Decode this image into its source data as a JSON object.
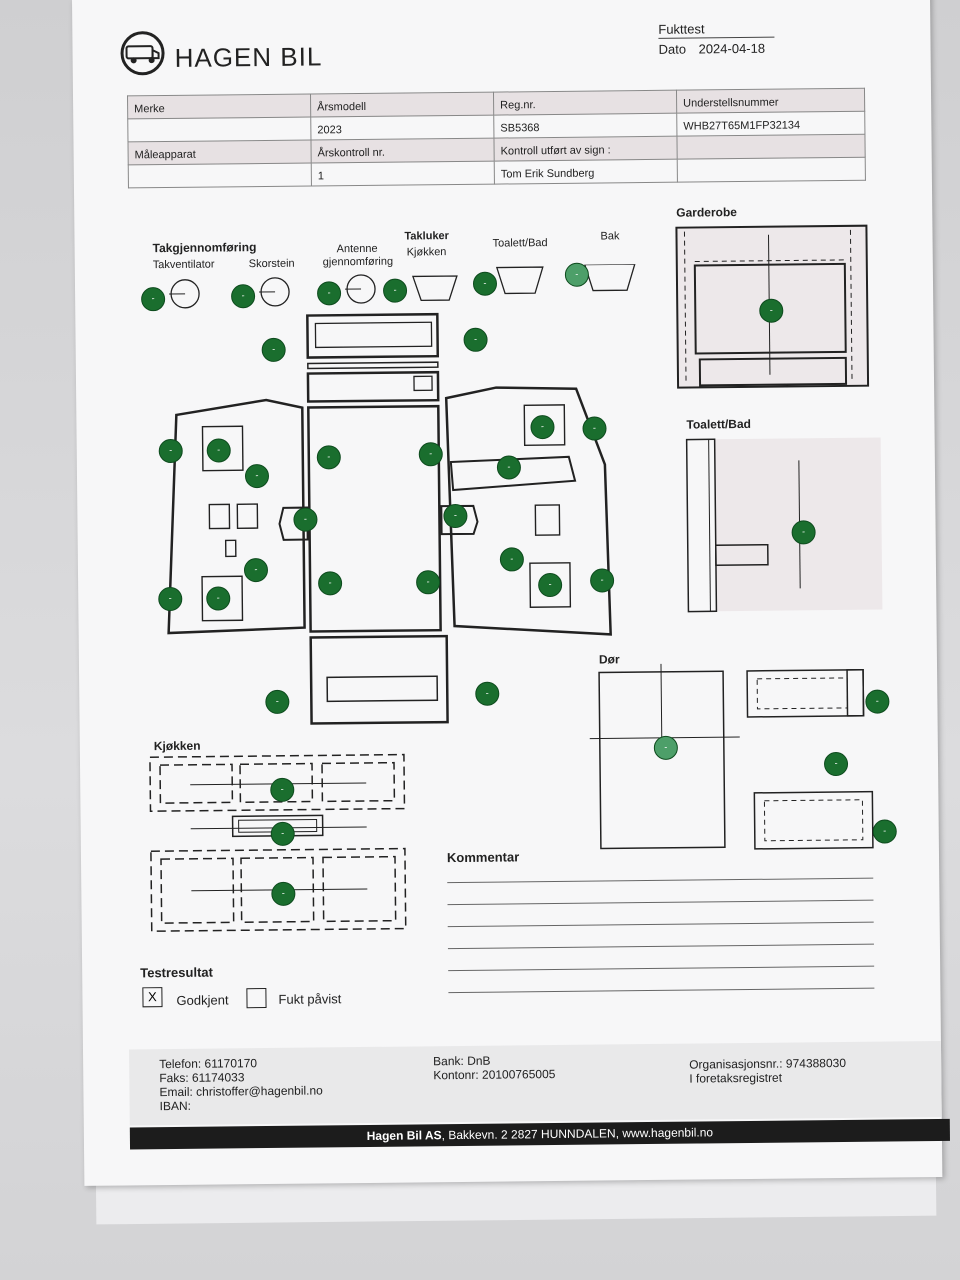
{
  "header": {
    "brand": "HAGEN BIL",
    "doc_title": "Fukttest",
    "date_label": "Dato",
    "date_value": "2024-04-18"
  },
  "info_table": {
    "merke_label": "Merke",
    "arsmodell_label": "Årsmodell",
    "arsmodell_value": "2023",
    "regnr_label": "Reg.nr.",
    "regnr_value": "SB5368",
    "understell_label": "Understellsnummer",
    "understell_value": "WHB27T65M1FP32134",
    "maleapparat_label": "Måleapparat",
    "arskontroll_label": "Årskontroll nr.",
    "arskontroll_value": "1",
    "kontroll_label": "Kontroll utført av sign :",
    "kontroll_value": "Tom Erik Sundberg"
  },
  "sections": {
    "takgjennomforing": "Takgjennomføring",
    "takventilator": "Takventilator",
    "skorstein": "Skorstein",
    "antenne": "Antenne",
    "antenne2": "gjennomføring",
    "takluker": "Takluker",
    "kjokken_small": "Kjøkken",
    "toalett_bad_small": "Toalett/Bad",
    "bak": "Bak",
    "garderobe": "Garderobe",
    "toalett_bad": "Toalett/Bad",
    "dor": "Dør",
    "kjokken": "Kjøkken",
    "kommentar": "Kommentar"
  },
  "dot_symbol": "-",
  "result": {
    "title": "Testresultat",
    "godkjent_mark": "X",
    "godkjent_label": "Godkjent",
    "fukt_label": "Fukt påvist"
  },
  "footer": {
    "telefon": "Telefon: 61170170",
    "faks": "Faks: 61174033",
    "email": "Email: christoffer@hagenbil.no",
    "iban": "IBAN:",
    "bank": "Bank: DnB",
    "kontonr": "Kontonr: 20100765005",
    "orgnr": "Organisasjonsnr.: 974388030",
    "foretak": "I foretaksregistret",
    "company_bold": "Hagen Bil AS",
    "company_addr": ", Bakkevn. 2 2827 HUNNDALEN, www.hagenbil.no"
  },
  "colors": {
    "dot_green": "#1a6e2e",
    "table_shade": "#e7e1e3",
    "footer_bar": "#1c1c1c"
  }
}
